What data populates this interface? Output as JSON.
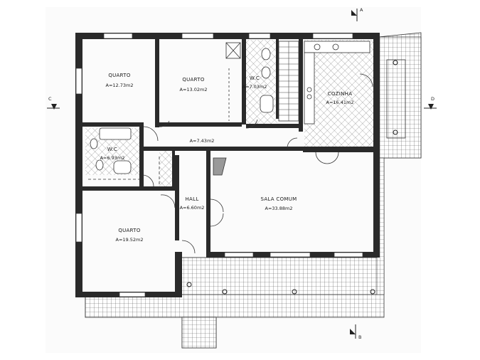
{
  "rooms": {
    "quarto1": {
      "name": "QUARTO",
      "area": "A=12.73m2"
    },
    "quarto2": {
      "name": "QUARTO",
      "area": "A=13.02m2"
    },
    "wc1": {
      "name": "W.C",
      "area": "A=7.03m2"
    },
    "cozinha": {
      "name": "COZINHA",
      "area": "A=16.41m2"
    },
    "corredor": {
      "area": "A=7.43m2"
    },
    "wc2": {
      "name": "W.C",
      "area": "A=6.93m2"
    },
    "hall": {
      "name": "HALL",
      "area": "A=6.60m2"
    },
    "sala": {
      "name": "SALA COMUM",
      "area": "A=33.88m2"
    },
    "quarto3": {
      "name": "QUARTO",
      "area": "A=19.52m2"
    }
  },
  "sections": {
    "a": "A",
    "b": "B",
    "c": "C",
    "d": "D"
  }
}
